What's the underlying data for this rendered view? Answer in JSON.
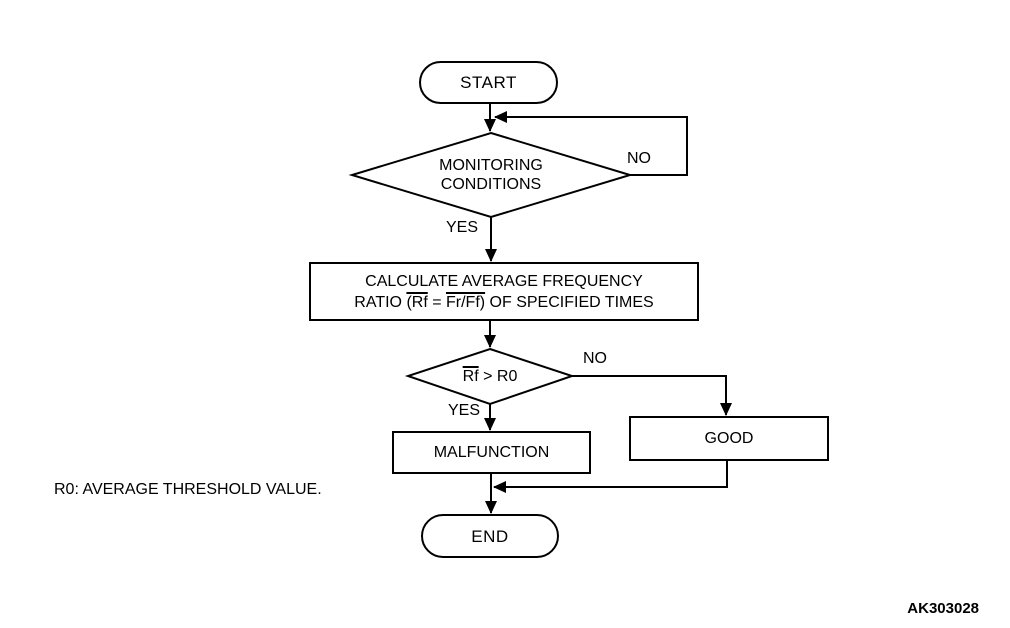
{
  "diagram": {
    "colors": {
      "background": "#ffffff",
      "line": "#000000",
      "text": "#000000"
    },
    "note": "R0: AVERAGE THRESHOLD VALUE.",
    "figure_code": "AK303028",
    "nodes": {
      "start": {
        "type": "terminator",
        "label": "START"
      },
      "monitoring": {
        "type": "decision",
        "line1": "MONITORING",
        "line2": "CONDITIONS"
      },
      "calculate": {
        "type": "process",
        "line1": "CALCULATE AVERAGE FREQUENCY",
        "line2": {
          "prefix": "RATIO ",
          "overline1": "(Rf",
          "mid": " = ",
          "overline2": "Fr/Ff)",
          "suffix": " OF SPECIFIED TIMES"
        }
      },
      "ratio_check": {
        "type": "decision",
        "overline": "Rf",
        "rest": " > R0"
      },
      "malfunction": {
        "type": "process",
        "label": "MALFUNCTION"
      },
      "good": {
        "type": "process",
        "label": "GOOD"
      },
      "end": {
        "type": "terminator",
        "label": "END"
      }
    },
    "edges": {
      "monitoring_no": "NO",
      "monitoring_yes": "YES",
      "ratio_no": "NO",
      "ratio_yes": "YES"
    }
  }
}
